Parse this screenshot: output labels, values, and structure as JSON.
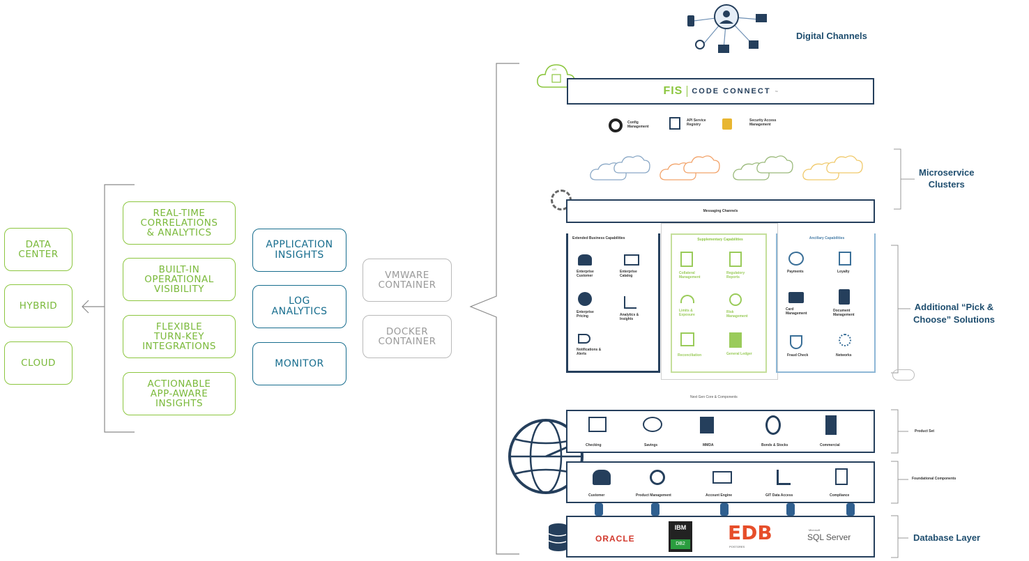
{
  "deployment": {
    "items": [
      {
        "label": "DATA\nCENTER"
      },
      {
        "label": "HYBRID"
      },
      {
        "label": "CLOUD"
      }
    ]
  },
  "features": {
    "items": [
      {
        "label": "REAL-TIME\nCORRELATIONS\n& ANALYTICS"
      },
      {
        "label": "BUILT-IN\nOPERATIONAL\nVISIBILITY"
      },
      {
        "label": "FLEXIBLE\nTURN-KEY\nINTEGRATIONS"
      },
      {
        "label": "ACTIONABLE\nAPP-AWARE\nINSIGHTS"
      }
    ]
  },
  "tools": {
    "items": [
      {
        "label": "APPLICATION\nINSIGHTS"
      },
      {
        "label": "LOG\nANALYTICS"
      },
      {
        "label": "MONITOR"
      }
    ]
  },
  "containers": {
    "items": [
      {
        "label": "VMWARE\nCONTAINER"
      },
      {
        "label": "DOCKER\nCONTAINER"
      }
    ]
  },
  "architecture": {
    "digital_channels": "Digital Channels",
    "code_connect_brand": "FIS",
    "code_connect": "CODE CONNECT",
    "code_connect_tm": "™",
    "api_tag": "API",
    "tools": [
      {
        "label": "Config Management"
      },
      {
        "label": "API Service Registry"
      },
      {
        "label": "Security Access Management"
      }
    ],
    "microservice_clusters": "Microservice\nClusters",
    "messaging_channels": "Messaging Channels",
    "extended": {
      "title": "Extended Business Capabilities",
      "items": [
        "Enterprise Customer",
        "Enterprise Catalog",
        "Enterprise Pricing",
        "Analytics & Insights",
        "Notifications & Alerts"
      ]
    },
    "supplementary": {
      "title": "Supplementary Capabilities",
      "items": [
        "Collateral Management",
        "Regulatory Reports",
        "Limits & Exposure",
        "Risk Management",
        "Reconciliation",
        "General Ledger"
      ]
    },
    "ancillary": {
      "title": "Ancillary Capabilities",
      "items": [
        "Payments",
        "Loyalty",
        "Card Management",
        "Document Management",
        "Fraud Check",
        "Networks"
      ]
    },
    "pick_choose": "Additional “Pick &\nChoose” Solutions",
    "next_gen": "Next Gen Core & Components",
    "product_set": {
      "label": "Product Set",
      "items": [
        "Checking",
        "Savings",
        "MMDA",
        "Bonds & Stocks",
        "Commercial"
      ]
    },
    "foundational": {
      "label": "Foundational Components",
      "items": [
        "Customer",
        "Product Management",
        "Account Engine",
        "GIT Data Access",
        "Compliance"
      ]
    },
    "database_layer": "Database Layer",
    "databases": {
      "oracle": "ORACLE",
      "ibm": "IBM",
      "db2": "DB2",
      "edb": "EDB",
      "postgres": "POSTGRES",
      "microsoft": "Microsoft",
      "sqlserver": "SQL Server"
    }
  },
  "colors": {
    "green": "#8cc63f",
    "blue": "#176d8e",
    "grey": "#b9b9b9",
    "navy": "#253f5c"
  }
}
